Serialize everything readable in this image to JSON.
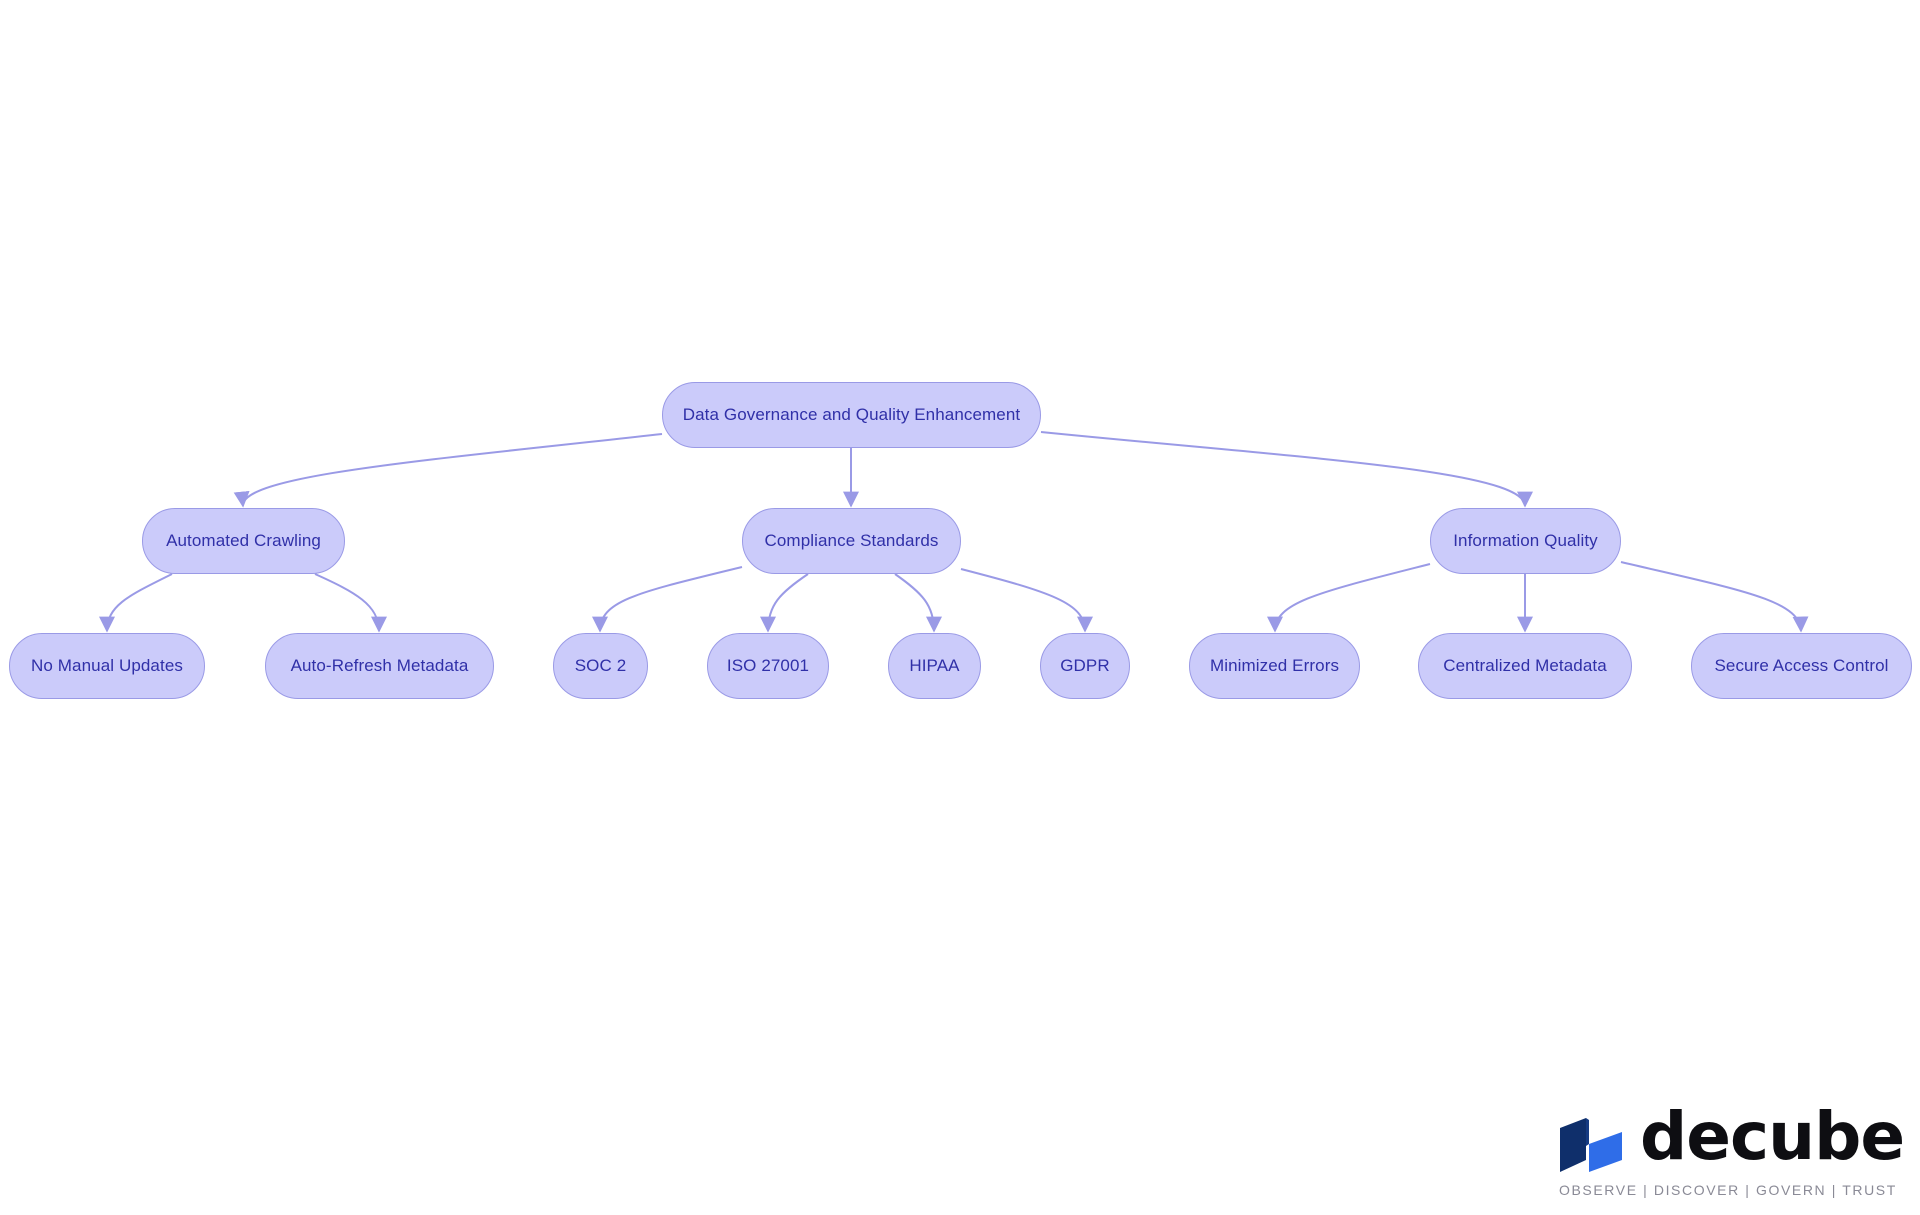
{
  "diagram": {
    "root": "Data Governance and Quality Enhancement",
    "categories": [
      {
        "label": "Automated Crawling",
        "children": [
          "No Manual Updates",
          "Auto-Refresh Metadata"
        ]
      },
      {
        "label": "Compliance Standards",
        "children": [
          "SOC 2",
          "ISO 27001",
          "HIPAA",
          "GDPR"
        ]
      },
      {
        "label": "Information Quality",
        "children": [
          "Minimized Errors",
          "Centralized Metadata",
          "Secure Access Control"
        ]
      }
    ]
  },
  "colors": {
    "node_fill": "#cbcbfa",
    "node_border": "#9a9ae6",
    "node_text": "#3030a8",
    "edge": "#9a9ae6",
    "logo_dark": "#0f2f6b",
    "logo_light": "#2f6de8"
  },
  "logo": {
    "wordmark": "decube",
    "tagline": "OBSERVE | DISCOVER | GOVERN | TRUST"
  }
}
